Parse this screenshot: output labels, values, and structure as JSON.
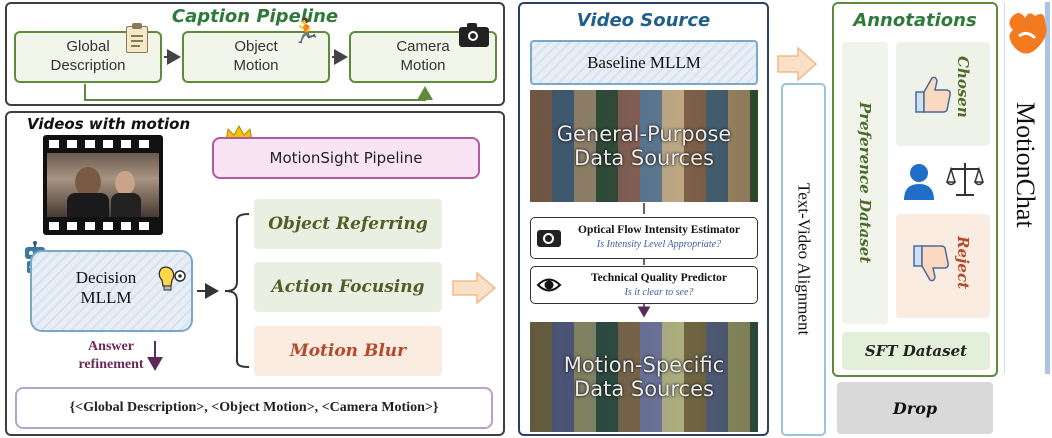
{
  "caption_pipeline": {
    "title": "Caption Pipeline",
    "steps": [
      "Global Description",
      "Object Motion",
      "Camera Motion"
    ]
  },
  "videos_panel": {
    "title": "Videos with motion",
    "pipeline_label": "MotionSight Pipeline",
    "decision_label_line1": "Decision",
    "decision_label_line2": "MLLM",
    "tasks": [
      "Object Referring",
      "Action Focusing",
      "Motion Blur"
    ],
    "refinement_line1": "Answer",
    "refinement_line2": "refinement",
    "output_format": "{<Global Description>, <Object Motion>, <Camera Motion>}"
  },
  "video_source": {
    "title": "Video Source",
    "baseline": "Baseline MLLM",
    "general_line1": "General-Purpose",
    "general_line2": "Data Sources",
    "estimator_title": "Optical Flow Intensity Estimator",
    "estimator_question": "Is Intensity Level Appropriate?",
    "quality_title": "Technical Quality Predictor",
    "quality_question": "Is it clear to see?",
    "specific_line1": "Motion-Specific",
    "specific_line2": "Data Sources"
  },
  "alignment_label": "Text-Video Alignment",
  "annotations": {
    "title": "Annotations",
    "preference_dataset": "Preference Dataset",
    "chosen": "Chosen",
    "reject": "Reject",
    "sft_dataset": "SFT Dataset",
    "drop": "Drop"
  },
  "model_name": "MotionChat",
  "colors": {
    "panel_border": "#3f3f3f",
    "green": "#5e8a3a",
    "header_green": "#2f7a3a",
    "header_blue": "#1f5f8a",
    "pink": "#f7e3f2",
    "pink_border": "#b05aa0",
    "task_green": "#e9f0e2",
    "task_orange": "#fbece2",
    "task_green_text": "#4e5f2a",
    "task_orange_text": "#b5492a",
    "light_blue": "#d9e6f2",
    "orange_arrow": "#f6c49c",
    "drop_gray": "#d9d9d9"
  }
}
